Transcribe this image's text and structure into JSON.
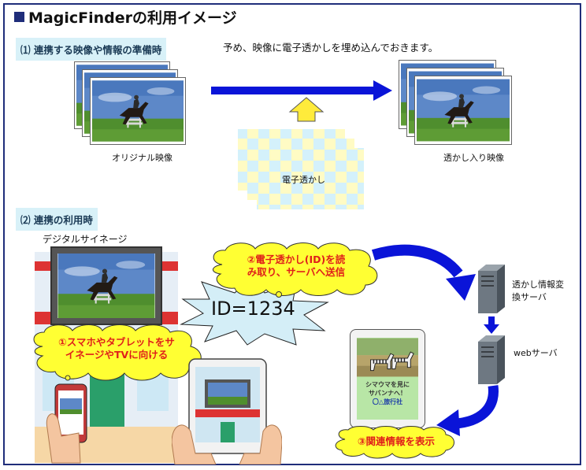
{
  "title": "MagicFinderの利用イメージ",
  "section1": {
    "label": "⑴ 連携する映像や情報の準備時",
    "note": "予め、映像に電子透かしを埋め込んでおきます。",
    "original_caption": "オリジナル映像",
    "watermark_caption": "電子透かし",
    "watermarked_caption": "透かし入り映像"
  },
  "section2": {
    "label": "⑵ 連携の利用時",
    "signage_label": "デジタルサイネージ",
    "id_text": "ID=1234",
    "step1": "①スマホやタブレットをサイネージやTVに向ける",
    "step1_line1": "①スマホやタブレットをサ",
    "step1_line2": "イネージやTVに向ける",
    "step2_line1": "②電子透かし(ID)を読",
    "step2_line2": "み取り、サーバへ送信",
    "step3": "③関連情報を表示",
    "server1_line1": "透かし情報変",
    "server1_line2": "換サーバ",
    "server2": "webサーバ",
    "tablet_text_line1": "シマウマを見に",
    "tablet_text_line2": "サバンナへ！",
    "tablet_text_line3": "〇△旅行社"
  },
  "colors": {
    "frame": "#1f2d7a",
    "arrow_blue": "#0a14d8",
    "cloud_yellow": "#ffff33",
    "step_red": "#e0201a",
    "section_bg": "#d8f1f8"
  }
}
